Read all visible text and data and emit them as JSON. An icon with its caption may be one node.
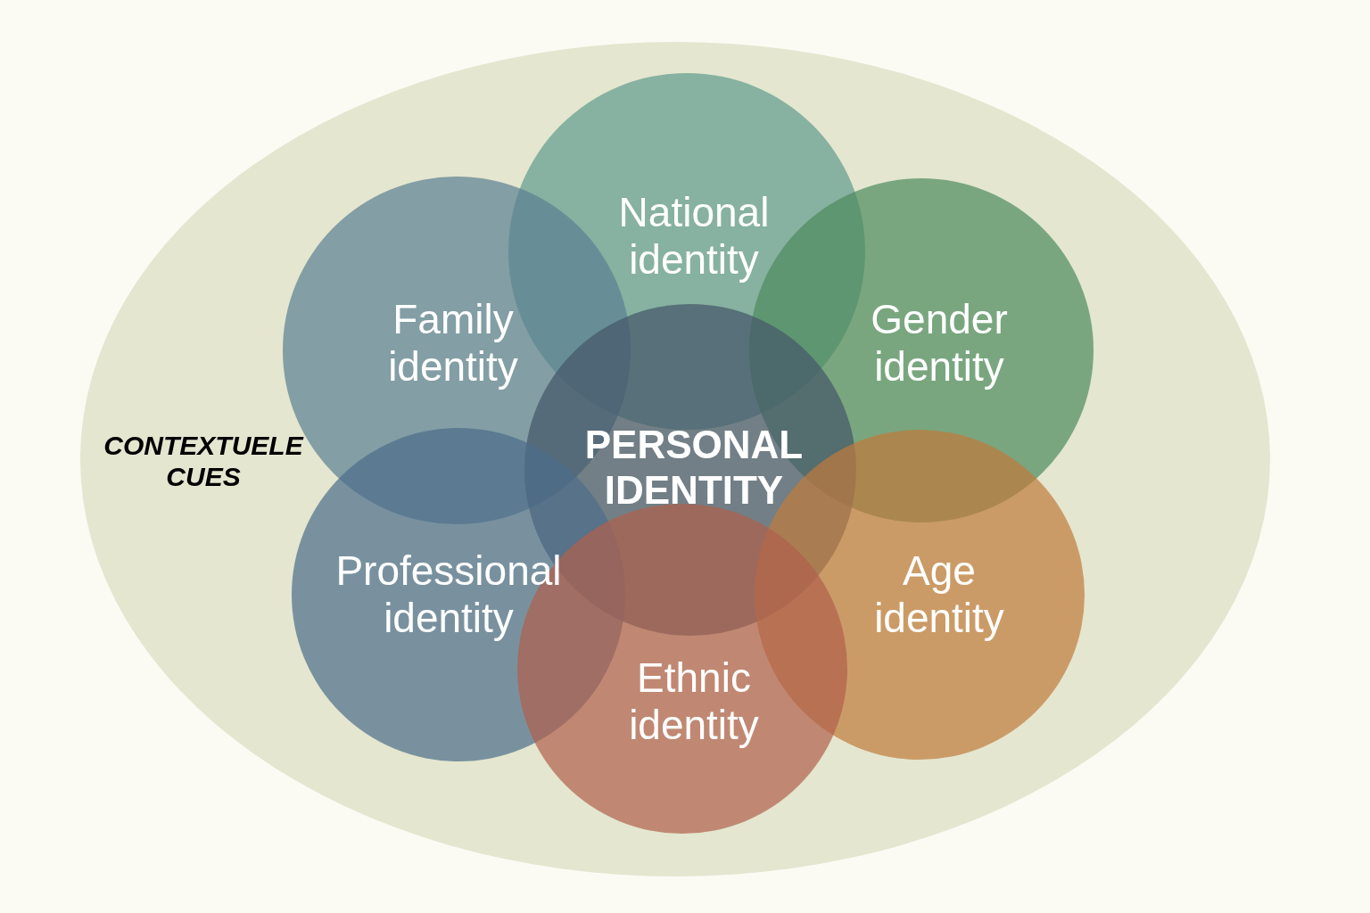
{
  "diagram": {
    "nodes": [
      {
        "text": [
          "CONTEXTUELE CUES"
        ]
      },
      {
        "text": [
          "National identity"
        ],
        "in": 0
      },
      {
        "text": [
          "Family identity"
        ],
        "in": 0
      },
      {
        "text": [
          "Gender identity"
        ],
        "in": 0
      },
      {
        "text": [
          "PERSONAL IDENTITY"
        ],
        "in": 0
      },
      {
        "text": [
          "Professional identity"
        ],
        "in": 0
      },
      {
        "text": [
          "Age identity"
        ],
        "in": 0
      },
      {
        "text": [
          "Ethnic identity"
        ],
        "in": 0
      }
    ]
  }
}
